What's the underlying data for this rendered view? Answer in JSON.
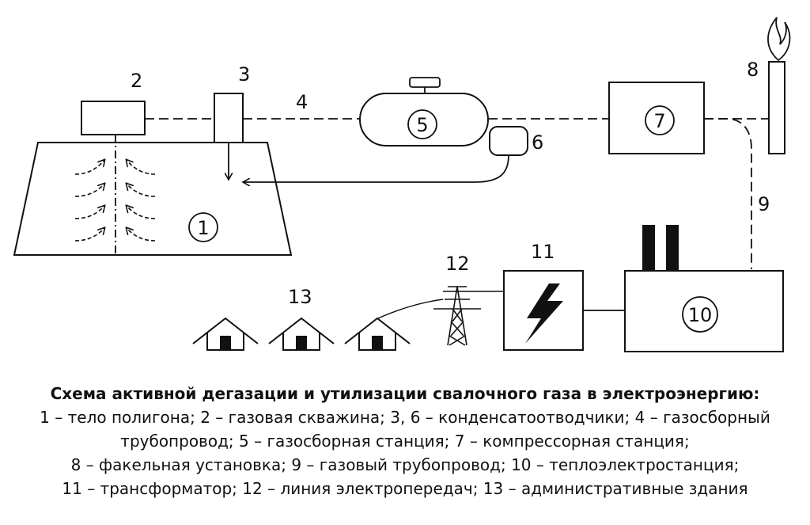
{
  "labels": {
    "n1": "1",
    "n2": "2",
    "n3": "3",
    "n4": "4",
    "n5": "5",
    "n6": "6",
    "n7": "7",
    "n8": "8",
    "n9": "9",
    "n10": "10",
    "n11": "11",
    "n12": "12",
    "n13": "13"
  },
  "caption": {
    "title": "Схема активной дегазации и утилизации свалочного газа в электроэнергию:",
    "line1": "1 – тело полигона; 2 – газовая скважина; 3, 6 – конденсатоотводчики;  4 – газосборный",
    "line2": "трубопровод; 5 – газосборная станция; 7 – компрессорная станция;",
    "line3": "8 – факельная установка; 9 – газовый трубопровод;  10 – теплоэлектростанция;",
    "line4": "11 – трансформатор; 12 – линия электропередач; 13 – административные здания"
  },
  "colors": {
    "stroke": "#111111",
    "fill": "#ffffff"
  },
  "icons": [
    "flame-icon",
    "lightning-icon",
    "power-tower-icon",
    "house-icon",
    "chimney-icon",
    "arrow-icon"
  ]
}
